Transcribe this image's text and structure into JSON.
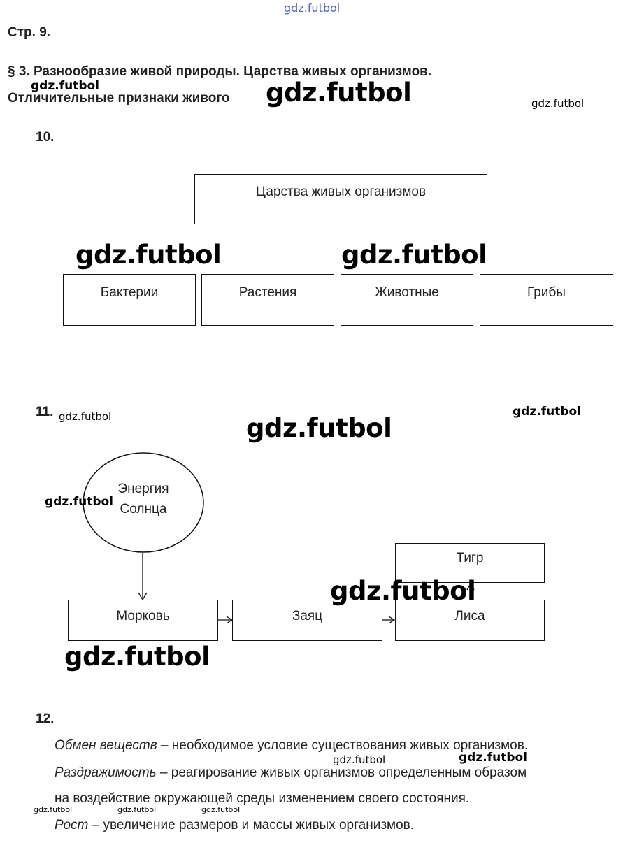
{
  "watermarks": {
    "top": "gdz.futbol",
    "text": "gdz.futbol"
  },
  "header": {
    "page": "Стр. 9.",
    "section_line1": "§ 3. Разнообразие живой природы. Царства живых организмов.",
    "section_line2": "Отличительные признаки живого"
  },
  "task10": {
    "number": "10.",
    "root": "Царства живых организмов",
    "kingdoms": [
      "Бактерии",
      "Растения",
      "Животные",
      "Грибы"
    ]
  },
  "task11": {
    "number": "11.",
    "sun_line1": "Энергия",
    "sun_line2": "Солнца",
    "chain": [
      "Морковь",
      "Заяц",
      "Лиса"
    ],
    "top": "Тигр"
  },
  "task12": {
    "number": "12.",
    "term1": "Обмен веществ",
    "def1": " – необходимое условие существования живых организмов.",
    "term2": "Раздражимость",
    "def2": " – реагирование живых организмов определенным образом",
    "def2b": "на воздействие окружающей среды изменением своего состояния.",
    "term3": "Рост",
    "def3": " – увеличение размеров и массы живых организмов."
  }
}
